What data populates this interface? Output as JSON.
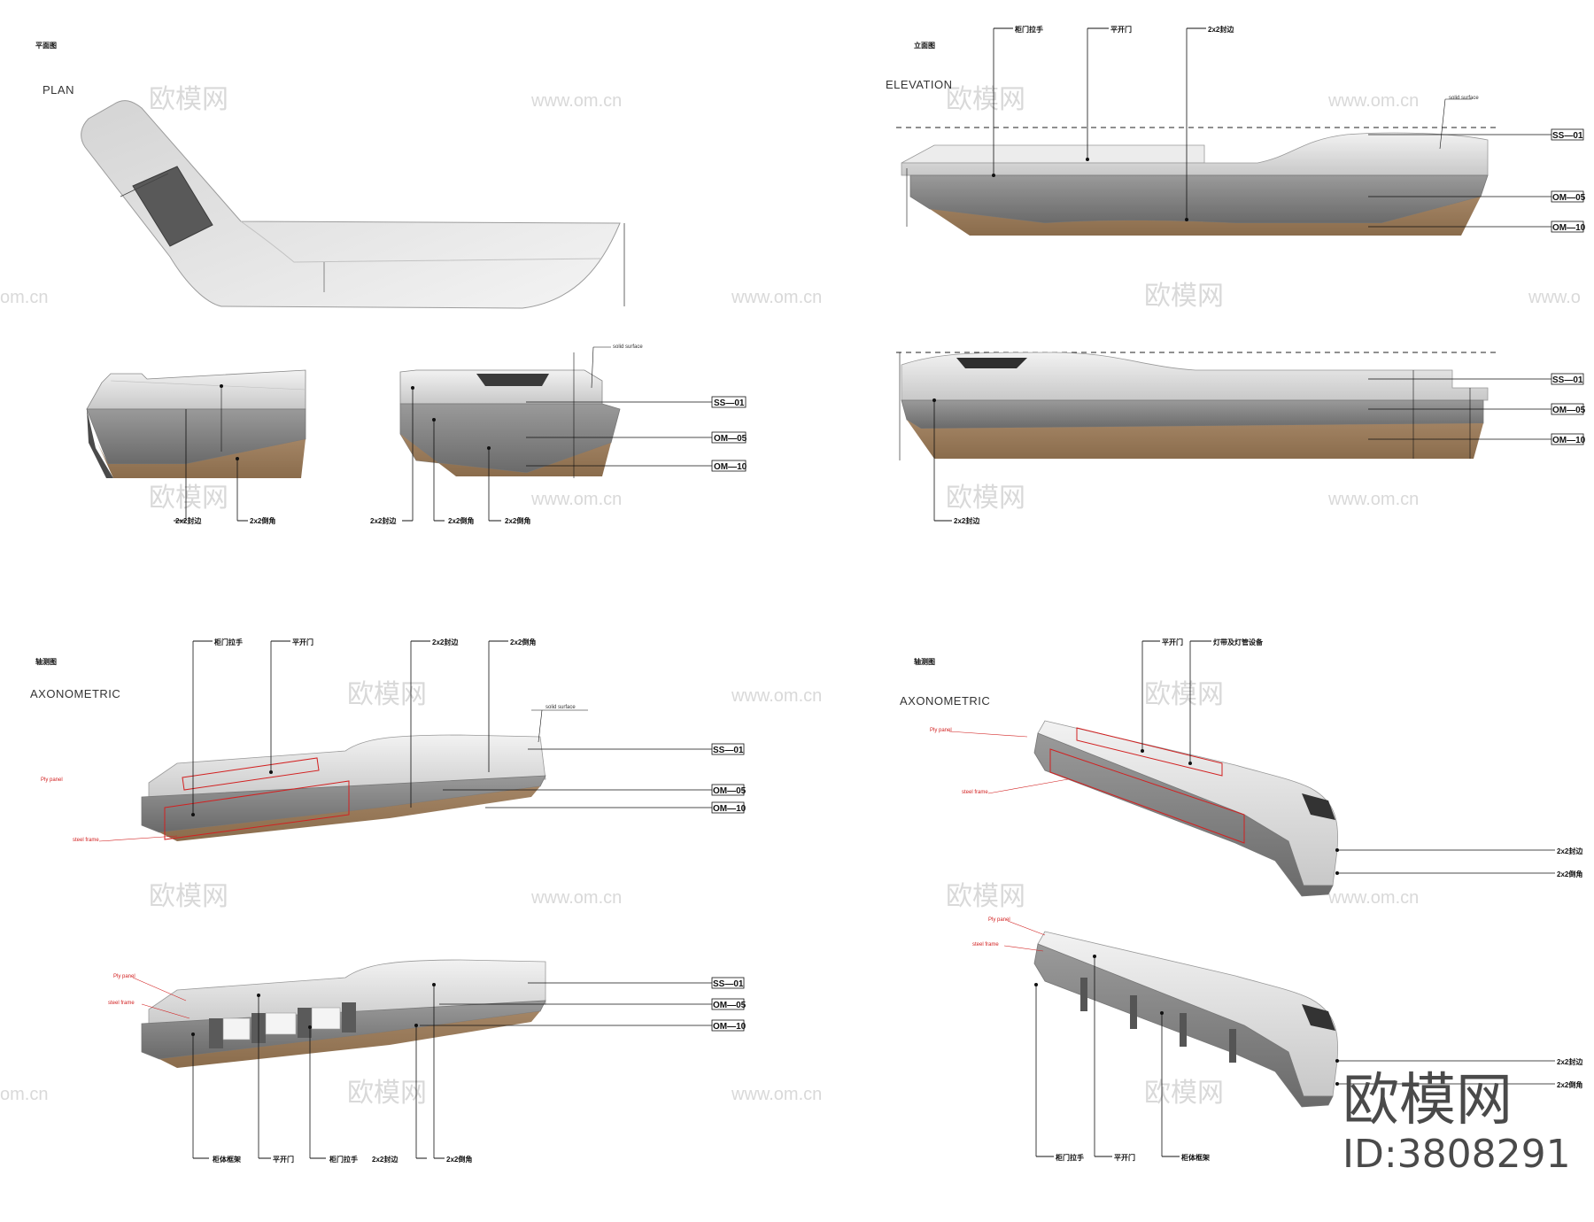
{
  "views": {
    "plan_cn": "平面图",
    "plan": "PLAN",
    "elevation_cn": "立面图",
    "elevation": "ELEVATION",
    "axo_cn": "轴测图",
    "axo": "AXONOMETRIC"
  },
  "tags": {
    "ss01": "SS—01",
    "om05": "OM—05",
    "om10": "OM—10"
  },
  "labels": {
    "door_handle": "柜门拉手",
    "swing_door": "平开门",
    "cabinet_frame": "柜体框架",
    "seal": "2x2封边",
    "edge": "2x2倒角",
    "light_strip": "灯带及灯管设备",
    "solid_surface": "solid surface",
    "ply_panel": "Ply panel",
    "steel_frame": "steel frame"
  },
  "watermarks": {
    "cn": "欧模网",
    "url": "www.om.cn",
    "url_short": "om.cn",
    "url_cut": "www.o"
  },
  "brand": {
    "name": "欧模网",
    "id": "ID:3808291"
  }
}
